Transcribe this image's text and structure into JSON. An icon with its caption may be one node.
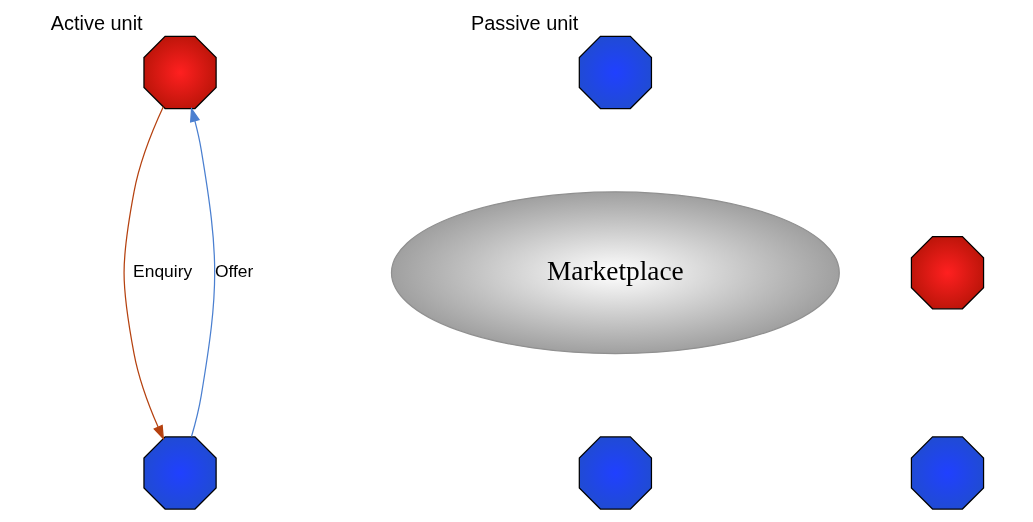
{
  "diagram": {
    "nodes": [
      {
        "text": [],
        "shape": "octagon",
        "beside": [
          "Active unit"
        ]
      },
      {
        "text": [],
        "shape": "octagon",
        "beside": [
          "Passive unit"
        ]
      },
      {
        "text": [
          "Marketplace"
        ]
      },
      {
        "text": [],
        "shape": "octagon"
      },
      {
        "text": [],
        "shape": "octagon"
      },
      {
        "text": [],
        "shape": "octagon"
      },
      {
        "text": [],
        "shape": "octagon"
      }
    ],
    "edges": [
      {
        "from": 0,
        "to": 5,
        "label": "Enquiry",
        "arrow": "to",
        "color": "#b5410f"
      },
      {
        "from": 5,
        "to": 0,
        "label": "Offer",
        "arrow": "to",
        "color": "#4a7fd0"
      }
    ]
  }
}
